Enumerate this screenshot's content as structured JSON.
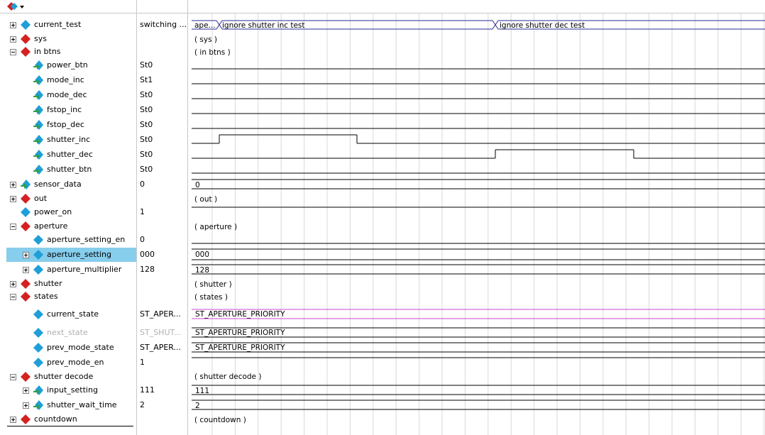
{
  "toolbar": {
    "menu_icon": "signal-menu-icon"
  },
  "colors": {
    "selection": "#87cdec",
    "bus_line": "#2a2a9a",
    "state_line": "#cc44cc",
    "grid": "#d8d8d8"
  },
  "signals": [
    {
      "name": "current_test",
      "value": "switching ...",
      "type": "bus-group",
      "expand": "plus",
      "indent": 0
    },
    {
      "name": "sys",
      "value": "",
      "type": "module",
      "expand": "plus",
      "indent": 0
    },
    {
      "name": "in btns",
      "value": "",
      "type": "module",
      "expand": "minus",
      "indent": 0
    },
    {
      "name": "power_btn",
      "value": "St0",
      "type": "input",
      "indent": 1
    },
    {
      "name": "mode_inc",
      "value": "St1",
      "type": "input",
      "indent": 1
    },
    {
      "name": "mode_dec",
      "value": "St0",
      "type": "input",
      "indent": 1
    },
    {
      "name": "fstop_inc",
      "value": "St0",
      "type": "input",
      "indent": 1
    },
    {
      "name": "fstop_dec",
      "value": "St0",
      "type": "input",
      "indent": 1
    },
    {
      "name": "shutter_inc",
      "value": "St0",
      "type": "input",
      "indent": 1
    },
    {
      "name": "shutter_dec",
      "value": "St0",
      "type": "input",
      "indent": 1
    },
    {
      "name": "shutter_btn",
      "value": "St0",
      "type": "input",
      "indent": 1
    },
    {
      "name": "sensor_data",
      "value": "0",
      "type": "input-bus",
      "expand": "plus",
      "indent": 0
    },
    {
      "name": "out",
      "value": "",
      "type": "module",
      "expand": "plus",
      "indent": 0
    },
    {
      "name": "power_on",
      "value": "1",
      "type": "signal",
      "indent": 0
    },
    {
      "name": "aperture",
      "value": "",
      "type": "module",
      "expand": "minus",
      "indent": 0
    },
    {
      "name": "aperture_setting_en",
      "value": "0",
      "type": "signal",
      "indent": 1
    },
    {
      "name": "aperture_setting",
      "value": "000",
      "type": "signal",
      "expand": "plus",
      "indent": 1,
      "selected": true
    },
    {
      "name": "aperture_multiplier",
      "value": "128",
      "type": "signal",
      "expand": "plus",
      "indent": 1
    },
    {
      "name": "shutter",
      "value": "",
      "type": "module",
      "expand": "plus",
      "indent": 0
    },
    {
      "name": "states",
      "value": "",
      "type": "module",
      "expand": "minus",
      "indent": 0
    },
    {
      "name": "current_state",
      "value": "ST_APER...",
      "type": "signal",
      "indent": 1
    },
    {
      "name": "next_state",
      "value": "ST_SHUT...",
      "type": "signal",
      "indent": 1,
      "dim": true
    },
    {
      "name": "prev_mode_state",
      "value": "ST_APER...",
      "type": "signal",
      "indent": 1
    },
    {
      "name": "prev_mode_en",
      "value": "1",
      "type": "signal",
      "indent": 1
    },
    {
      "name": "shutter decode",
      "value": "",
      "type": "module",
      "expand": "minus",
      "indent": 0
    },
    {
      "name": "input_setting",
      "value": "111",
      "type": "input-bus",
      "expand": "plus",
      "indent": 1
    },
    {
      "name": "shutter_wait_time",
      "value": "2",
      "type": "input-bus",
      "expand": "plus",
      "indent": 1
    },
    {
      "name": "countdown",
      "value": "",
      "type": "module",
      "expand": "plus",
      "indent": 0
    }
  ],
  "waves": {
    "current_test": {
      "seg1": "ape...",
      "seg2": "ignore shutter inc test",
      "seg3": "ignore shutter dec test"
    },
    "sys": "( sys )",
    "in_btns": "( in btns )",
    "sensor_data": "0",
    "out": "( out )",
    "aperture": "( aperture )",
    "aperture_setting": "000",
    "aperture_multiplier": "128",
    "shutter": "( shutter )",
    "states": "( states )",
    "current_state": "ST_APERTURE_PRIORITY",
    "next_state": "ST_APERTURE_PRIORITY",
    "prev_mode_state": "ST_APERTURE_PRIORITY",
    "shutter_decode": "( shutter decode )",
    "input_setting": "111",
    "shutter_wait_time": "2",
    "countdown": "( countdown )"
  }
}
